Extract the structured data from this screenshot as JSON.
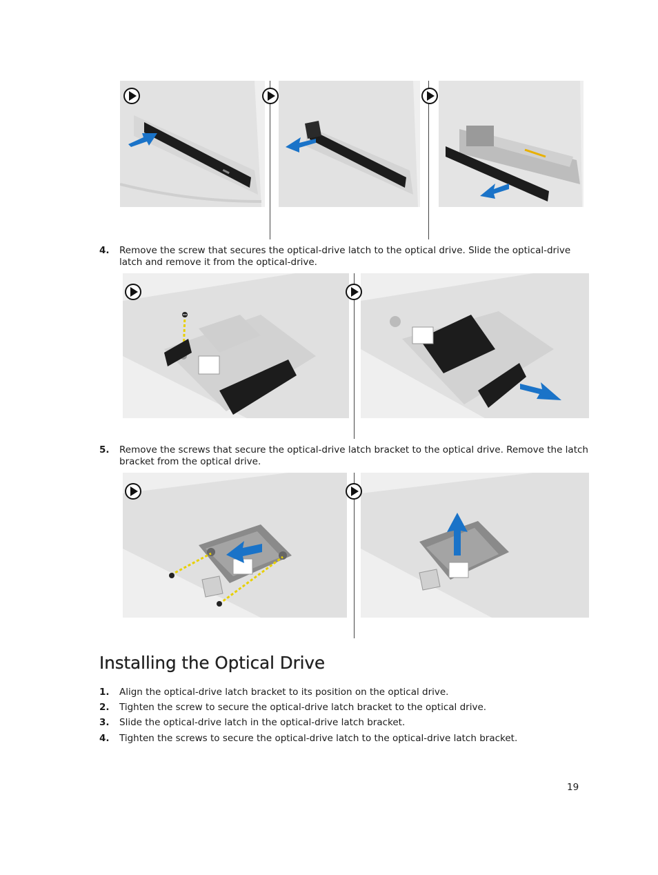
{
  "steps_removal": [
    {
      "num": "4.",
      "lines": [
        "Remove the screw that secures the optical-drive latch to the optical drive. Slide the optical-drive",
        "latch and remove it from the optical-drive."
      ]
    },
    {
      "num": "5.",
      "lines": [
        "Remove the screws that secure the optical-drive latch bracket to the optical drive. Remove the latch",
        "bracket from the optical drive."
      ]
    }
  ],
  "section_title": "Installing the Optical Drive",
  "steps_install": [
    {
      "num": "1.",
      "text": "Align the optical-drive latch bracket to its position on the optical drive."
    },
    {
      "num": "2.",
      "text": "Tighten the screw to secure the optical-drive latch bracket to the optical drive."
    },
    {
      "num": "3.",
      "text": "Slide the optical-drive latch in the optical-drive latch bracket."
    },
    {
      "num": "4.",
      "text": "Tighten the screws to secure the optical-drive latch to the optical-drive latch bracket."
    }
  ],
  "page_number": "19",
  "colors": {
    "arrow": "#1a73c8",
    "chassis": "#e6e6e6",
    "panel_bg": "#f0f0f0",
    "drive_bezel": "#1c1c1c",
    "screw_line": "#e8d000"
  },
  "icons": {
    "step_marker": "play-circle-icon",
    "direction_arrow": "arrow-icon",
    "screw": "screw-icon"
  }
}
